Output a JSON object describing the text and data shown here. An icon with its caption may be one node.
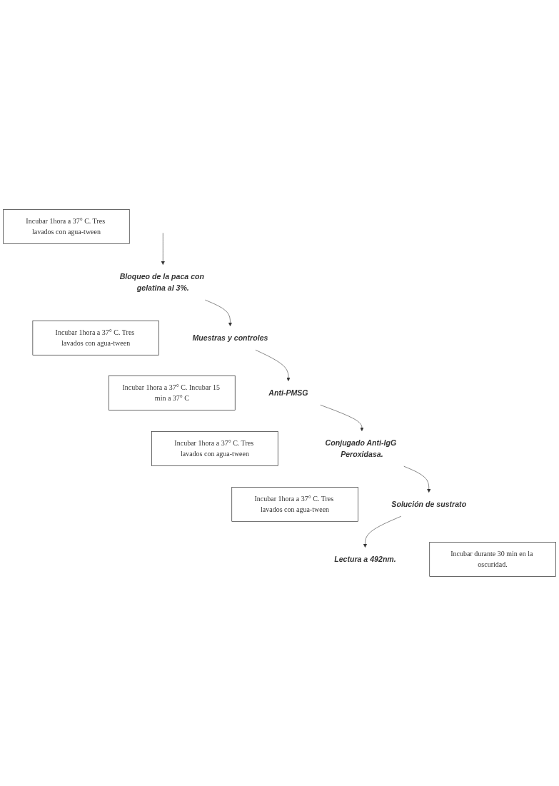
{
  "diagram": {
    "nodes": [
      {
        "text": [
          "Incubar 1hora a 37° C. Tres lavados con agua-tween"
        ]
      },
      {
        "text": [
          "Bloqueo de la paca con gelatina al 3%."
        ]
      },
      {
        "text": [
          "Incubar 1hora a 37° C. Tres lavados con agua-tween"
        ]
      },
      {
        "text": [
          "Muestras y controles"
        ]
      },
      {
        "text": [
          "Incubar 1hora a 37° C. Incubar 15 min a 37° C"
        ]
      },
      {
        "text": [
          "Anti-PMSG"
        ]
      },
      {
        "text": [
          "Incubar 1hora a 37° C. Tres lavados con agua-tween"
        ]
      },
      {
        "text": [
          "Conjugado Anti-IgG Peroxidasa."
        ]
      },
      {
        "text": [
          "Incubar 1hora a 37° C. Tres lavados con agua-tween"
        ]
      },
      {
        "text": [
          "Solución de sustrato"
        ]
      },
      {
        "text": [
          "Incubar durante 30 min en la oscuridad."
        ]
      },
      {
        "text": [
          "Lectura a 492nm."
        ]
      }
    ],
    "edges": [
      {
        "from": null,
        "to": 1,
        "arrow": "to"
      },
      {
        "from": 1,
        "to": 3,
        "arrow": "to"
      },
      {
        "from": 3,
        "to": 5,
        "arrow": "to"
      },
      {
        "from": 5,
        "to": 7,
        "arrow": "to"
      },
      {
        "from": 7,
        "to": 9,
        "arrow": "to"
      },
      {
        "from": 9,
        "to": 11,
        "arrow": "to"
      }
    ]
  }
}
